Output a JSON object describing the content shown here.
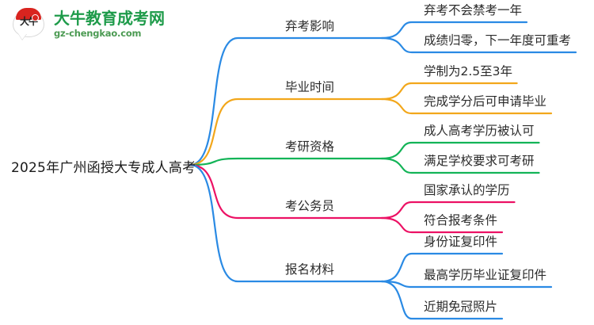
{
  "logo": {
    "mark_text": "大牛",
    "title": "大牛教育成考网",
    "subtitle": "gz-chengkao.com",
    "brand_green": "#1e9b4a",
    "brand_red": "#d9241f"
  },
  "mindmap": {
    "root": {
      "label": "2025年广州函授大专成人高考"
    },
    "branches": [
      {
        "label": "弃考影响",
        "color": "#2a8ae4",
        "children": [
          {
            "label": "弃考不会禁考一年"
          },
          {
            "label": "成绩归零，下一年度可重考"
          }
        ]
      },
      {
        "label": "毕业时间",
        "color": "#f2a71b",
        "children": [
          {
            "label": "学制为2.5至3年"
          },
          {
            "label": "完成学分后可申请毕业"
          }
        ]
      },
      {
        "label": "考研资格",
        "color": "#13b457",
        "children": [
          {
            "label": "成人高考学历被认可"
          },
          {
            "label": "满足学校要求可考研"
          }
        ]
      },
      {
        "label": "考公务员",
        "color": "#ec1164",
        "children": [
          {
            "label": "国家承认的学历"
          },
          {
            "label": "符合报考条件"
          }
        ]
      },
      {
        "label": "报名材料",
        "color": "#2a8ae4",
        "children": [
          {
            "label": "身份证复印件"
          },
          {
            "label": "最高学历毕业证复印件"
          },
          {
            "label": "近期免冠照片"
          }
        ]
      }
    ]
  }
}
